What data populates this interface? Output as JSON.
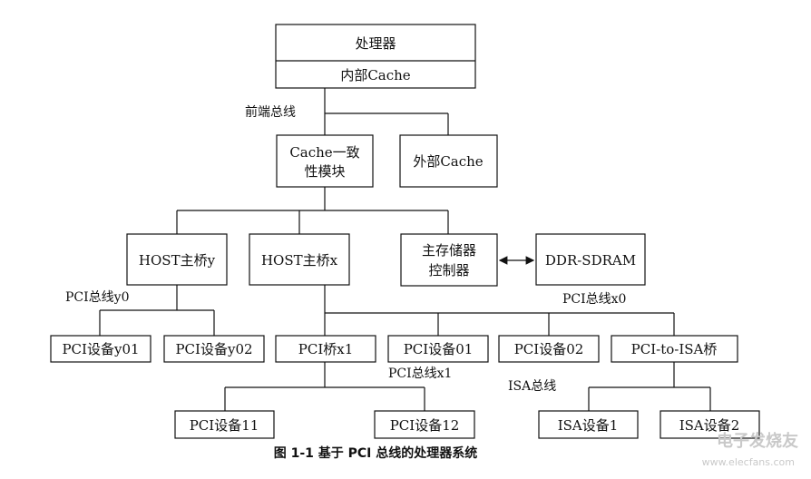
{
  "processor": {
    "title": "处理器",
    "cache": "内部Cache"
  },
  "buses": {
    "front_side": "前端总线",
    "pci_y0": "PCI总线y0",
    "pci_x0": "PCI总线x0",
    "pci_x1": "PCI总线x1",
    "isa": "ISA总线"
  },
  "nodes": {
    "cache_coherence_line1": "Cache一致",
    "cache_coherence_line2": "性模块",
    "external_cache": "外部Cache",
    "host_bridge_y": "HOST主桥y",
    "host_bridge_x": "HOST主桥x",
    "memory_controller_line1": "主存储器",
    "memory_controller_line2": "控制器",
    "ddr_sdram": "DDR-SDRAM",
    "pci_device_y01": "PCI设备y01",
    "pci_device_y02": "PCI设备y02",
    "pci_bridge_x1": "PCI桥x1",
    "pci_device_01": "PCI设备01",
    "pci_device_02": "PCI设备02",
    "pci_to_isa_bridge": "PCI-to-ISA桥",
    "pci_device_11": "PCI设备11",
    "pci_device_12": "PCI设备12",
    "isa_device_1": "ISA设备1",
    "isa_device_2": "ISA设备2"
  },
  "caption": "图 1-1 基于 PCI 总线的处理器系统",
  "watermark": {
    "title": "电子发烧友",
    "url": "www.elecfans.com"
  }
}
